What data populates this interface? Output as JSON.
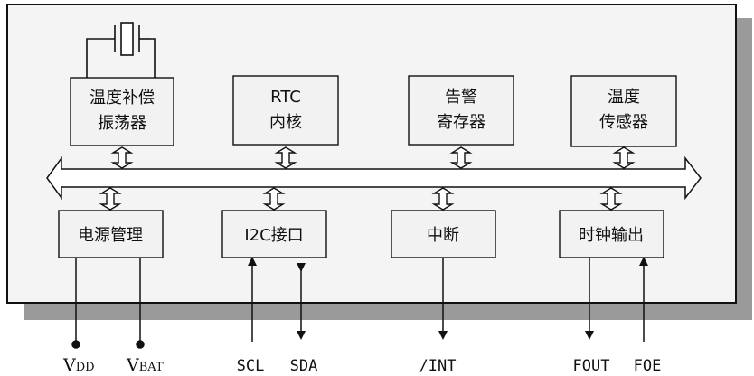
{
  "top_blocks": [
    {
      "line1": "温度补偿",
      "line2": "振荡器"
    },
    {
      "line1": "RTC",
      "line2": "内核"
    },
    {
      "line1": "告警",
      "line2": "寄存器"
    },
    {
      "line1": "温度",
      "line2": "传感器"
    }
  ],
  "bottom_blocks": [
    {
      "label": "电源管理"
    },
    {
      "label": "I2C接口"
    },
    {
      "label": "中断"
    },
    {
      "label": "时钟输出"
    }
  ],
  "pins": {
    "vdd_main": "V",
    "vdd_sub": "DD",
    "vbat_main": "V",
    "vbat_sub": "BAT",
    "scl": "SCL",
    "sda": "SDA",
    "int": "/INT",
    "fout": "FOUT",
    "foe": "FOE"
  },
  "colors": {
    "panel_fill": "#f4f4f4",
    "shadow": "#9a9a9a",
    "block_fill": "#f2f2f2",
    "stroke": "#111111"
  }
}
